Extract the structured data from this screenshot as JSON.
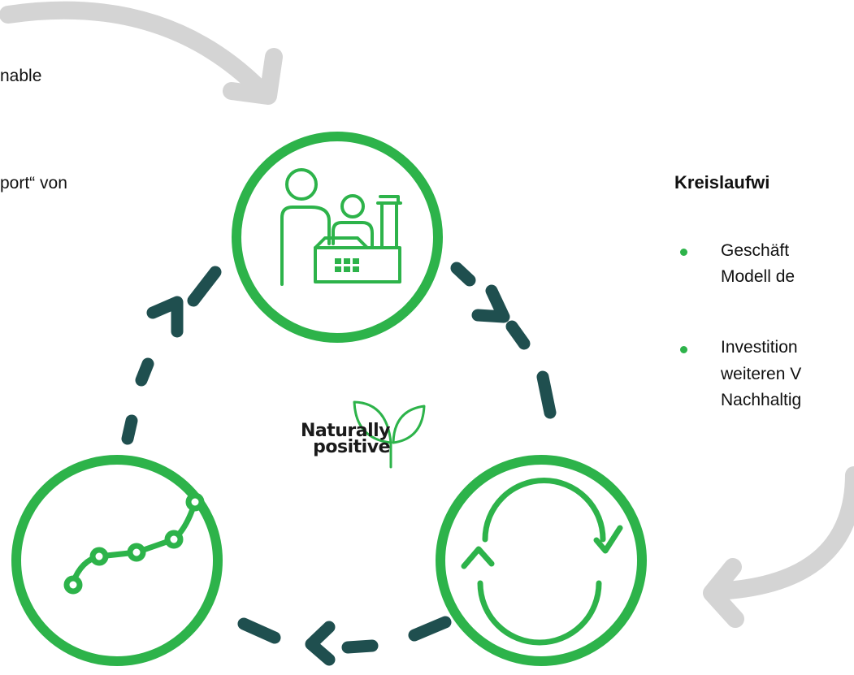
{
  "left_text": {
    "line1": "nable",
    "line2": "port“ von"
  },
  "right_panel": {
    "heading": "Kreislaufwi",
    "bullets": [
      {
        "line1": "Geschäft",
        "line2": "Modell de"
      },
      {
        "line1": "Investition",
        "line2": "weiteren V",
        "line3": "Nachhaltig"
      }
    ]
  },
  "logo": {
    "line1": "Naturally",
    "line2": "positive"
  },
  "colors": {
    "circle_green": "#2db34a",
    "dash_teal": "#1f4f4f",
    "arrow_gray": "#d4d4d4",
    "text": "#111111"
  },
  "icons": [
    "people-factory-icon",
    "refresh-cycle-icon",
    "growth-line-icon",
    "sprout-icon"
  ]
}
